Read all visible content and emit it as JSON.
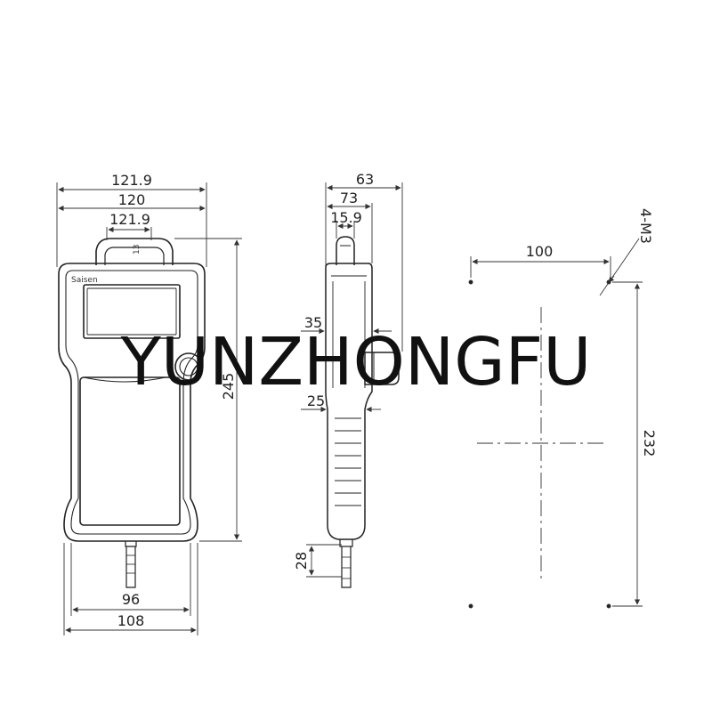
{
  "front_view": {
    "width_overall": "121.9",
    "width_body": "120",
    "handle_width": "121.9",
    "handle_height": "13",
    "height_overall": "245",
    "bottom_width": "96",
    "bottom_width_overall": "108",
    "brand_text": "Saisen"
  },
  "side_view": {
    "depth_overall": "63",
    "depth_body": "73",
    "top_knob_width": "15.9",
    "mid_depth": "35",
    "grip_depth": "25",
    "cable_length": "28"
  },
  "mounting_pattern": {
    "hole_spec": "4-M3",
    "horizontal_spacing": "100",
    "vertical_spacing": "232"
  },
  "watermark": "YUNZHONGFU"
}
